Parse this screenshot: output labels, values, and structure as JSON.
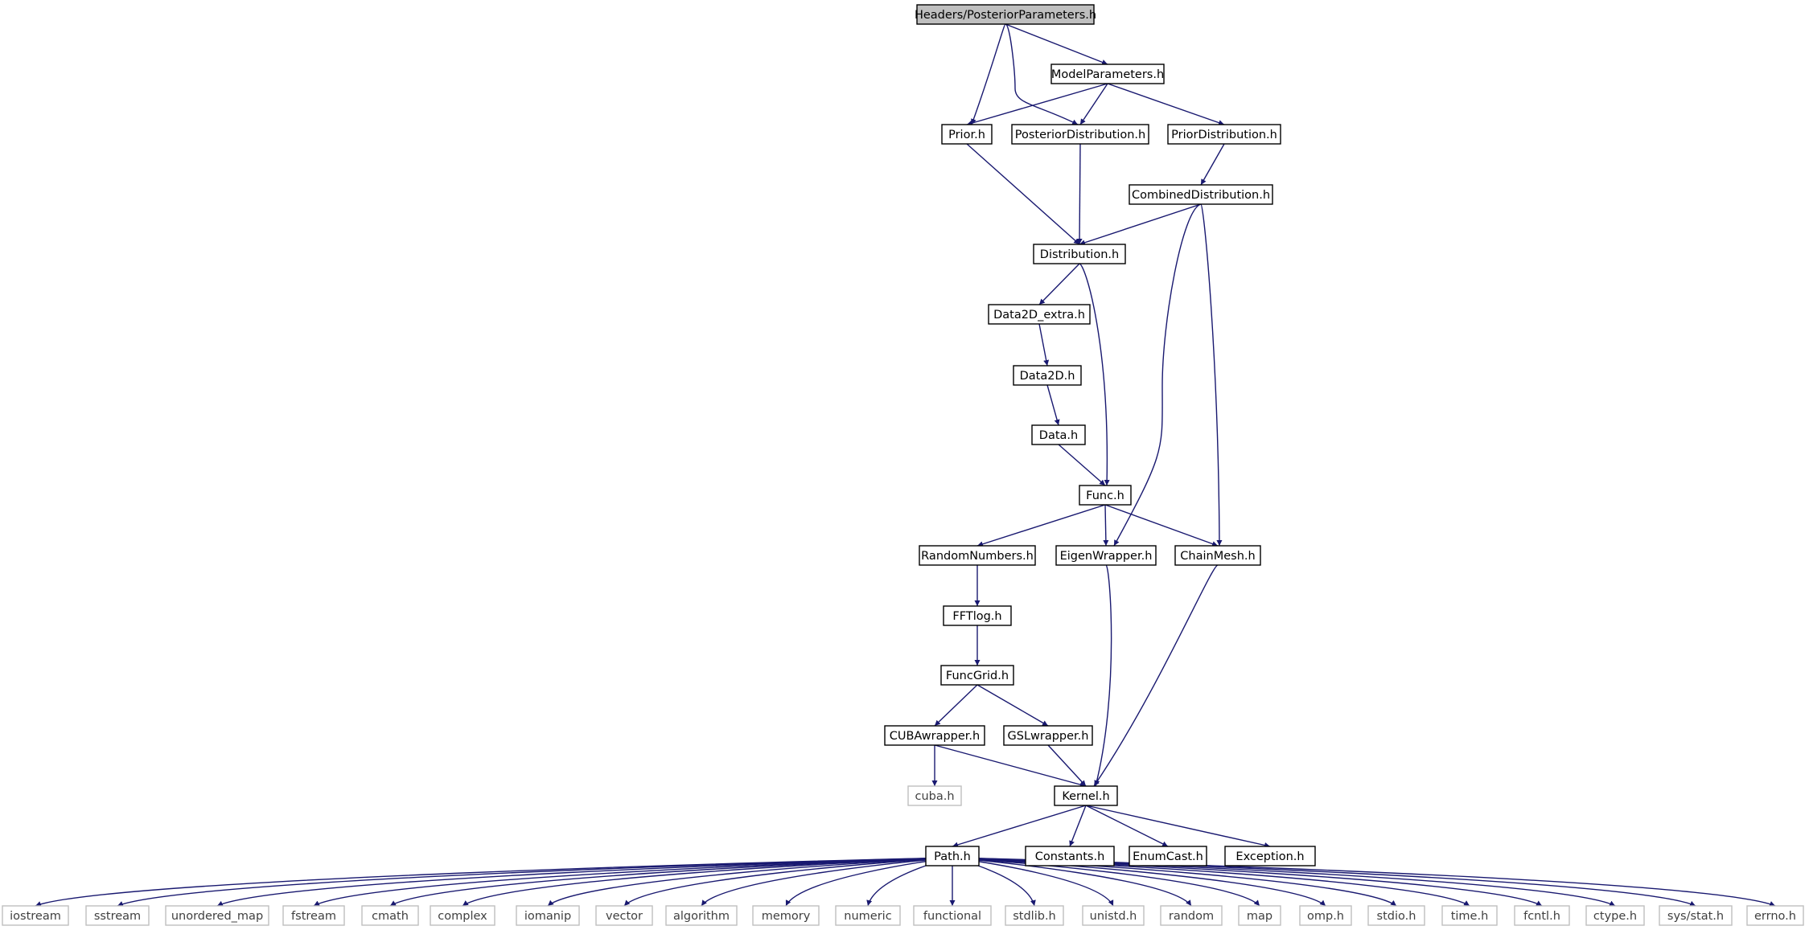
{
  "graph": {
    "style": {
      "edge_color": "#191970",
      "root_fill": "#bfbfbf",
      "node_fill": "#ffffff",
      "node_border": "#000000",
      "external_border": "#bfbfbf",
      "external_text": "#404040"
    },
    "nodes": [
      {
        "id": "posteriorparameters",
        "label": "Headers/PosteriorParameters.h",
        "kind": "root"
      },
      {
        "id": "modelparameters",
        "label": "ModelParameters.h",
        "kind": "internal"
      },
      {
        "id": "prior",
        "label": "Prior.h",
        "kind": "internal"
      },
      {
        "id": "posteriordistribution",
        "label": "PosteriorDistribution.h",
        "kind": "internal"
      },
      {
        "id": "priordistribution",
        "label": "PriorDistribution.h",
        "kind": "internal"
      },
      {
        "id": "combineddistribution",
        "label": "CombinedDistribution.h",
        "kind": "internal"
      },
      {
        "id": "distribution",
        "label": "Distribution.h",
        "kind": "internal"
      },
      {
        "id": "data2d-extra",
        "label": "Data2D_extra.h",
        "kind": "internal"
      },
      {
        "id": "data2d",
        "label": "Data2D.h",
        "kind": "internal"
      },
      {
        "id": "data",
        "label": "Data.h",
        "kind": "internal"
      },
      {
        "id": "func",
        "label": "Func.h",
        "kind": "internal"
      },
      {
        "id": "randomnumbers",
        "label": "RandomNumbers.h",
        "kind": "internal"
      },
      {
        "id": "eigenwrapper",
        "label": "EigenWrapper.h",
        "kind": "internal"
      },
      {
        "id": "chainmesh",
        "label": "ChainMesh.h",
        "kind": "internal"
      },
      {
        "id": "fftlog",
        "label": "FFTlog.h",
        "kind": "internal"
      },
      {
        "id": "funcgrid",
        "label": "FuncGrid.h",
        "kind": "internal"
      },
      {
        "id": "cubawrapper",
        "label": "CUBAwrapper.h",
        "kind": "internal"
      },
      {
        "id": "gslwrapper",
        "label": "GSLwrapper.h",
        "kind": "internal"
      },
      {
        "id": "cuba",
        "label": "cuba.h",
        "kind": "external"
      },
      {
        "id": "kernel",
        "label": "Kernel.h",
        "kind": "internal"
      },
      {
        "id": "path",
        "label": "Path.h",
        "kind": "internal"
      },
      {
        "id": "constants",
        "label": "Constants.h",
        "kind": "internal"
      },
      {
        "id": "enumcast",
        "label": "EnumCast.h",
        "kind": "internal"
      },
      {
        "id": "exception",
        "label": "Exception.h",
        "kind": "internal"
      },
      {
        "id": "iostream",
        "label": "iostream",
        "kind": "external"
      },
      {
        "id": "sstream",
        "label": "sstream",
        "kind": "external"
      },
      {
        "id": "unordered-map",
        "label": "unordered_map",
        "kind": "external"
      },
      {
        "id": "fstream",
        "label": "fstream",
        "kind": "external"
      },
      {
        "id": "cmath",
        "label": "cmath",
        "kind": "external"
      },
      {
        "id": "complex",
        "label": "complex",
        "kind": "external"
      },
      {
        "id": "iomanip",
        "label": "iomanip",
        "kind": "external"
      },
      {
        "id": "vector",
        "label": "vector",
        "kind": "external"
      },
      {
        "id": "algorithm",
        "label": "algorithm",
        "kind": "external"
      },
      {
        "id": "memory",
        "label": "memory",
        "kind": "external"
      },
      {
        "id": "numeric",
        "label": "numeric",
        "kind": "external"
      },
      {
        "id": "functional",
        "label": "functional",
        "kind": "external"
      },
      {
        "id": "stdlib",
        "label": "stdlib.h",
        "kind": "external"
      },
      {
        "id": "unistd",
        "label": "unistd.h",
        "kind": "external"
      },
      {
        "id": "random",
        "label": "random",
        "kind": "external"
      },
      {
        "id": "map",
        "label": "map",
        "kind": "external"
      },
      {
        "id": "omp",
        "label": "omp.h",
        "kind": "external"
      },
      {
        "id": "stdio",
        "label": "stdio.h",
        "kind": "external"
      },
      {
        "id": "time",
        "label": "time.h",
        "kind": "external"
      },
      {
        "id": "fcntl",
        "label": "fcntl.h",
        "kind": "external"
      },
      {
        "id": "ctype",
        "label": "ctype.h",
        "kind": "external"
      },
      {
        "id": "sys-stat",
        "label": "sys/stat.h",
        "kind": "external"
      },
      {
        "id": "errno",
        "label": "errno.h",
        "kind": "external"
      }
    ],
    "edges": [
      [
        "posteriorparameters",
        "modelparameters"
      ],
      [
        "posteriorparameters",
        "prior"
      ],
      [
        "posteriorparameters",
        "posteriordistribution"
      ],
      [
        "modelparameters",
        "prior"
      ],
      [
        "modelparameters",
        "posteriordistribution"
      ],
      [
        "modelparameters",
        "priordistribution"
      ],
      [
        "prior",
        "distribution"
      ],
      [
        "posteriordistribution",
        "distribution"
      ],
      [
        "priordistribution",
        "combineddistribution"
      ],
      [
        "combineddistribution",
        "distribution"
      ],
      [
        "combineddistribution",
        "eigenwrapper"
      ],
      [
        "combineddistribution",
        "chainmesh"
      ],
      [
        "distribution",
        "data2d-extra"
      ],
      [
        "distribution",
        "func"
      ],
      [
        "data2d-extra",
        "data2d"
      ],
      [
        "data2d",
        "data"
      ],
      [
        "data",
        "func"
      ],
      [
        "func",
        "randomnumbers"
      ],
      [
        "func",
        "eigenwrapper"
      ],
      [
        "func",
        "chainmesh"
      ],
      [
        "randomnumbers",
        "fftlog"
      ],
      [
        "fftlog",
        "funcgrid"
      ],
      [
        "funcgrid",
        "cubawrapper"
      ],
      [
        "funcgrid",
        "gslwrapper"
      ],
      [
        "cubawrapper",
        "cuba"
      ],
      [
        "cubawrapper",
        "kernel"
      ],
      [
        "gslwrapper",
        "kernel"
      ],
      [
        "eigenwrapper",
        "kernel"
      ],
      [
        "chainmesh",
        "kernel"
      ],
      [
        "kernel",
        "path"
      ],
      [
        "kernel",
        "constants"
      ],
      [
        "kernel",
        "enumcast"
      ],
      [
        "kernel",
        "exception"
      ],
      [
        "path",
        "iostream"
      ],
      [
        "path",
        "sstream"
      ],
      [
        "path",
        "unordered-map"
      ],
      [
        "path",
        "fstream"
      ],
      [
        "path",
        "cmath"
      ],
      [
        "path",
        "complex"
      ],
      [
        "path",
        "iomanip"
      ],
      [
        "path",
        "vector"
      ],
      [
        "path",
        "algorithm"
      ],
      [
        "path",
        "memory"
      ],
      [
        "path",
        "numeric"
      ],
      [
        "path",
        "functional"
      ],
      [
        "path",
        "stdlib"
      ],
      [
        "path",
        "unistd"
      ],
      [
        "path",
        "random"
      ],
      [
        "path",
        "map"
      ],
      [
        "path",
        "omp"
      ],
      [
        "path",
        "stdio"
      ],
      [
        "path",
        "time"
      ],
      [
        "path",
        "fcntl"
      ],
      [
        "path",
        "ctype"
      ],
      [
        "path",
        "sys-stat"
      ],
      [
        "path",
        "errno"
      ]
    ]
  }
}
